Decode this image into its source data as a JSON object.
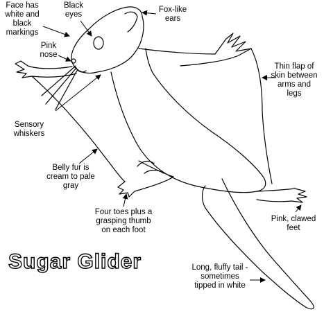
{
  "title": "Sugar Glider",
  "labels": {
    "face_markings": [
      "Face has",
      "white and",
      "black",
      "markings"
    ],
    "black_eyes": [
      "Black",
      "eyes"
    ],
    "ears": [
      "Fox-like",
      "ears"
    ],
    "pink_nose": [
      "Pink",
      "nose"
    ],
    "skin_flap": [
      "Thin flap of",
      "skin between",
      "arms and",
      "legs"
    ],
    "whiskers": [
      "Sensory",
      "whiskers"
    ],
    "belly_fur": [
      "Belly fur is",
      "cream to pale",
      "gray"
    ],
    "toes": [
      "Four toes plus a",
      "grasping thumb",
      "on each foot"
    ],
    "feet": [
      "Pink, clawed",
      "feet"
    ],
    "tail": [
      "Long, fluffy tail -",
      "sometimes",
      "tipped in white"
    ]
  }
}
